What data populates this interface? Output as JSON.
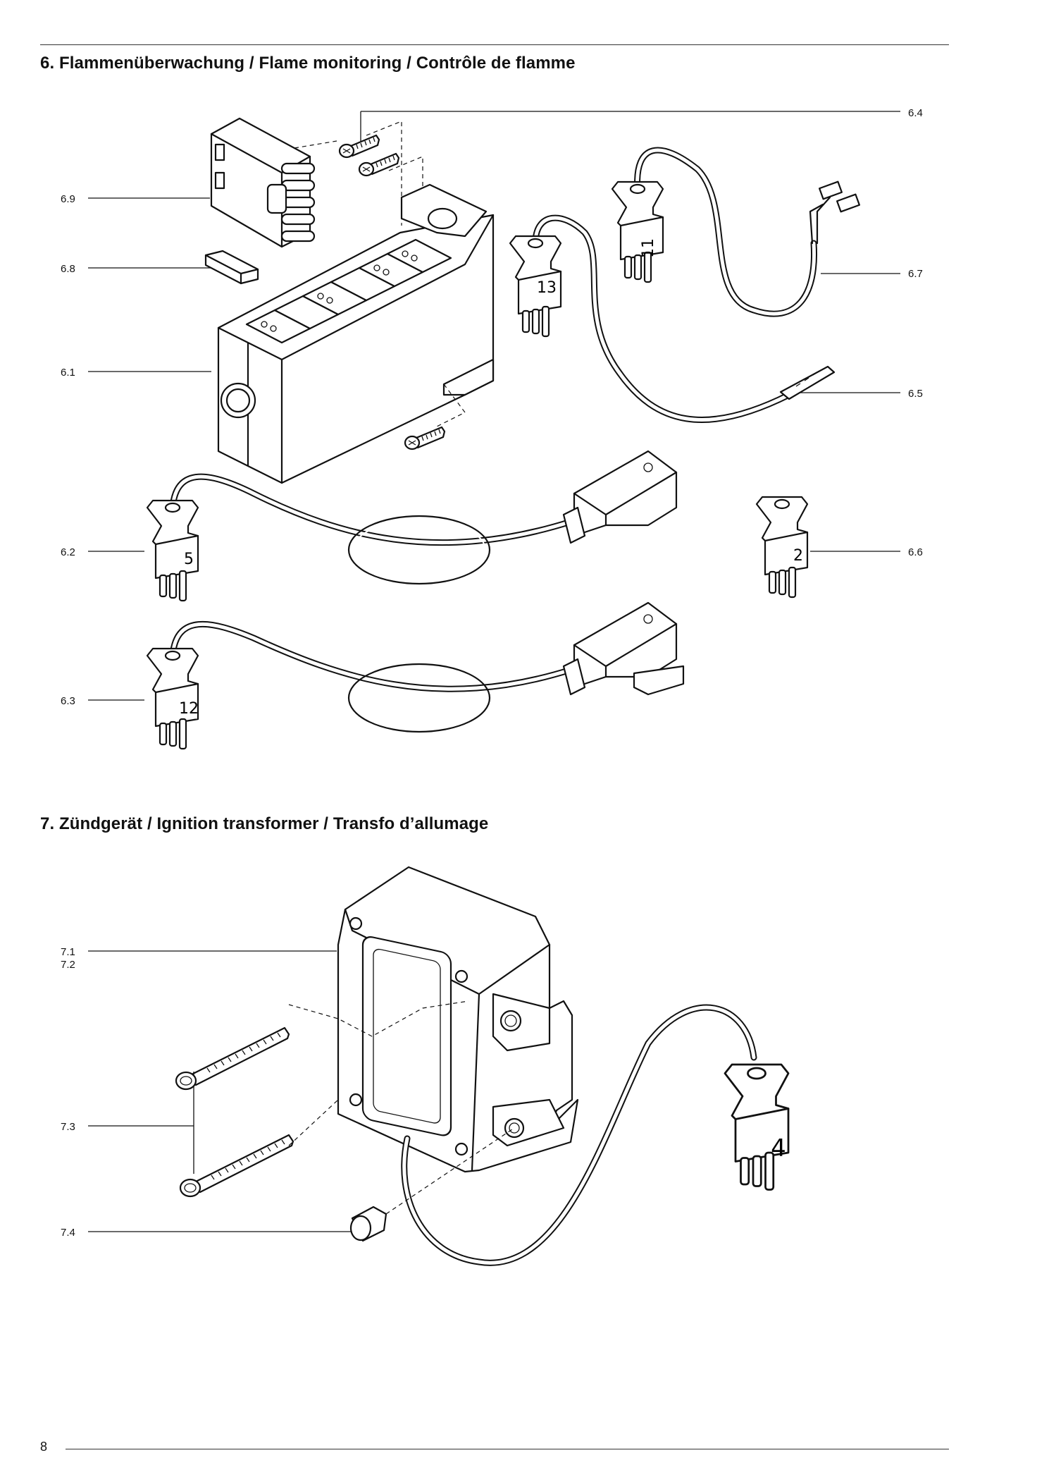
{
  "sections": {
    "flame": {
      "title": "6. Flammenüberwachung / Flame monitoring / Contrôle de flamme"
    },
    "ignition": {
      "title": "7. Zündgerät / Ignition transformer / Transfo d’allumage"
    }
  },
  "callouts": {
    "c64": "6.4",
    "c69": "6.9",
    "c68": "6.8",
    "c67": "6.7",
    "c61": "6.1",
    "c65": "6.5",
    "c62": "6.2",
    "c66": "6.6",
    "c63": "6.3",
    "c71": "7.1",
    "c72": "7.2",
    "c73": "7.3",
    "c74": "7.4"
  },
  "plug_numbers": {
    "p11": "11",
    "p13": "13",
    "p5": "5",
    "p2": "2",
    "p12": "12",
    "p4": "4"
  },
  "footer": {
    "page_number": "8"
  }
}
